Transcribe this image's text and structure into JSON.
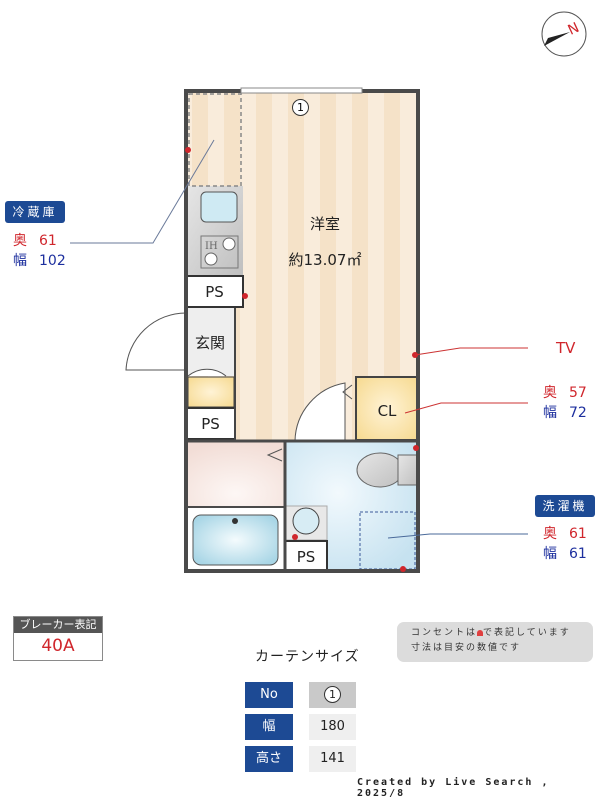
{
  "compass": {
    "label": "N",
    "icon": "north-arrow-icon"
  },
  "rooms": {
    "main": {
      "name": "洋室",
      "area": "約13.07㎡"
    },
    "entrance": {
      "name": "玄関"
    },
    "closet": {
      "name": "CL"
    },
    "ps_labels": [
      "PS",
      "PS",
      "PS"
    ],
    "window_marker": "1"
  },
  "callouts": {
    "fridge": {
      "title": "冷蔵庫",
      "depth_label": "奥",
      "depth": "61",
      "width_label": "幅",
      "width": "102"
    },
    "tv": {
      "title": "TV"
    },
    "closet": {
      "depth_label": "奥",
      "depth": "57",
      "width_label": "幅",
      "width": "72"
    },
    "washer": {
      "title": "洗濯機",
      "depth_label": "奥",
      "depth": "61",
      "width_label": "幅",
      "width": "61"
    }
  },
  "breaker": {
    "header": "ブレーカー表記",
    "value": "40A"
  },
  "note": {
    "line1_pre": "コンセントは",
    "line1_post": "で表記しています",
    "line2": "寸法は目安の数値です"
  },
  "curtain": {
    "title": "カーテンサイズ",
    "rows": [
      {
        "label": "No",
        "value": "1"
      },
      {
        "label": "幅",
        "value": "180"
      },
      {
        "label": "高さ",
        "value": "141"
      }
    ]
  },
  "credit": "Created by Live Search , 2025/8",
  "colors": {
    "accent_blue": "#1d4a94",
    "outlet_red": "#d0262c",
    "wall": "#4a4a4a"
  }
}
